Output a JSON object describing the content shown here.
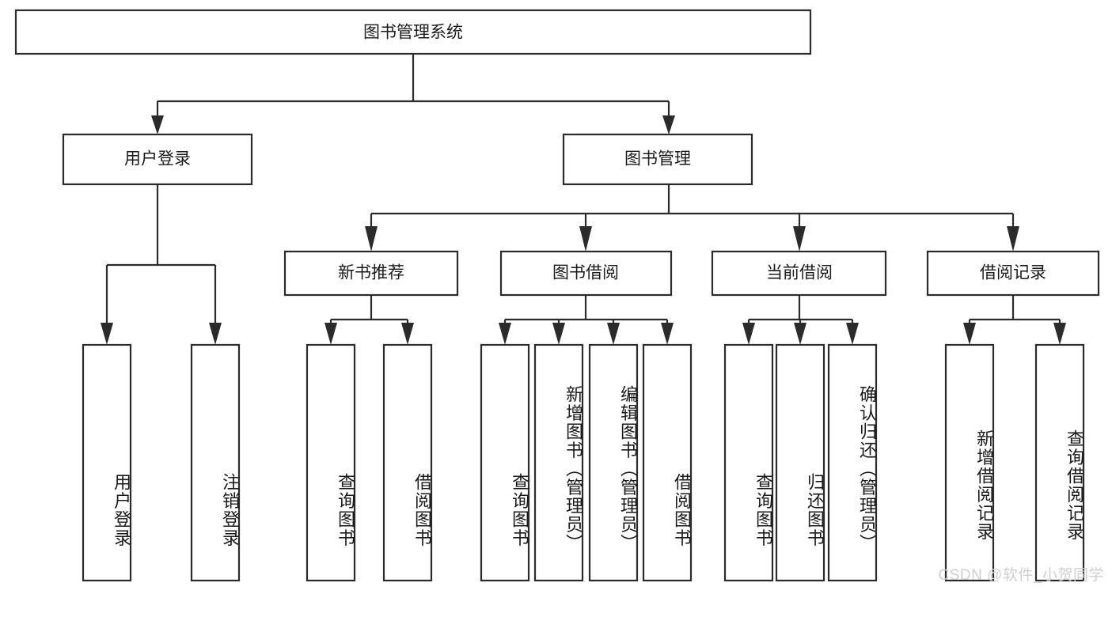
{
  "diagram": {
    "title": "图书管理系统",
    "type": "tree-hierarchy",
    "orientation": "top-down",
    "root": {
      "id": "root",
      "label": "图书管理系统"
    },
    "level2": [
      {
        "id": "user-login",
        "label": "用户登录"
      },
      {
        "id": "book-manage",
        "label": "图书管理"
      }
    ],
    "level3": [
      {
        "id": "new-book-rec",
        "label": "新书推荐"
      },
      {
        "id": "book-borrow",
        "label": "图书借阅"
      },
      {
        "id": "current-borrow",
        "label": "当前借阅"
      },
      {
        "id": "borrow-record",
        "label": "借阅记录"
      }
    ],
    "leaves": {
      "user_login": [
        {
          "id": "leaf-user-login",
          "label": "用户登录"
        },
        {
          "id": "leaf-logout-login",
          "label": "注销登录"
        }
      ],
      "new_book_rec": [
        {
          "id": "leaf-query-book-1",
          "label": "查询图书"
        },
        {
          "id": "leaf-borrow-book-1",
          "label": "借阅图书"
        }
      ],
      "book_borrow": [
        {
          "id": "leaf-query-book-2",
          "label": "查询图书"
        },
        {
          "id": "leaf-add-book",
          "label": "新增图书（管理员）"
        },
        {
          "id": "leaf-edit-book",
          "label": "编辑图书（管理员）"
        },
        {
          "id": "leaf-borrow-book-2",
          "label": "借阅图书"
        }
      ],
      "current_borrow": [
        {
          "id": "leaf-query-book-3",
          "label": "查询图书"
        },
        {
          "id": "leaf-return-book",
          "label": "归还图书"
        },
        {
          "id": "leaf-confirm-return",
          "label": "确认归还（管理员）"
        }
      ],
      "borrow_record": [
        {
          "id": "leaf-add-record",
          "label": "新增借阅记录"
        },
        {
          "id": "leaf-query-record",
          "label": "查询借阅记录"
        }
      ]
    }
  },
  "watermark": {
    "text": "CSDN @软件_小贺同学"
  },
  "colors": {
    "stroke": "#2b2b2b",
    "fill": "#ffffff",
    "text": "#1a1a1a",
    "watermark": "#cfcfcf"
  }
}
